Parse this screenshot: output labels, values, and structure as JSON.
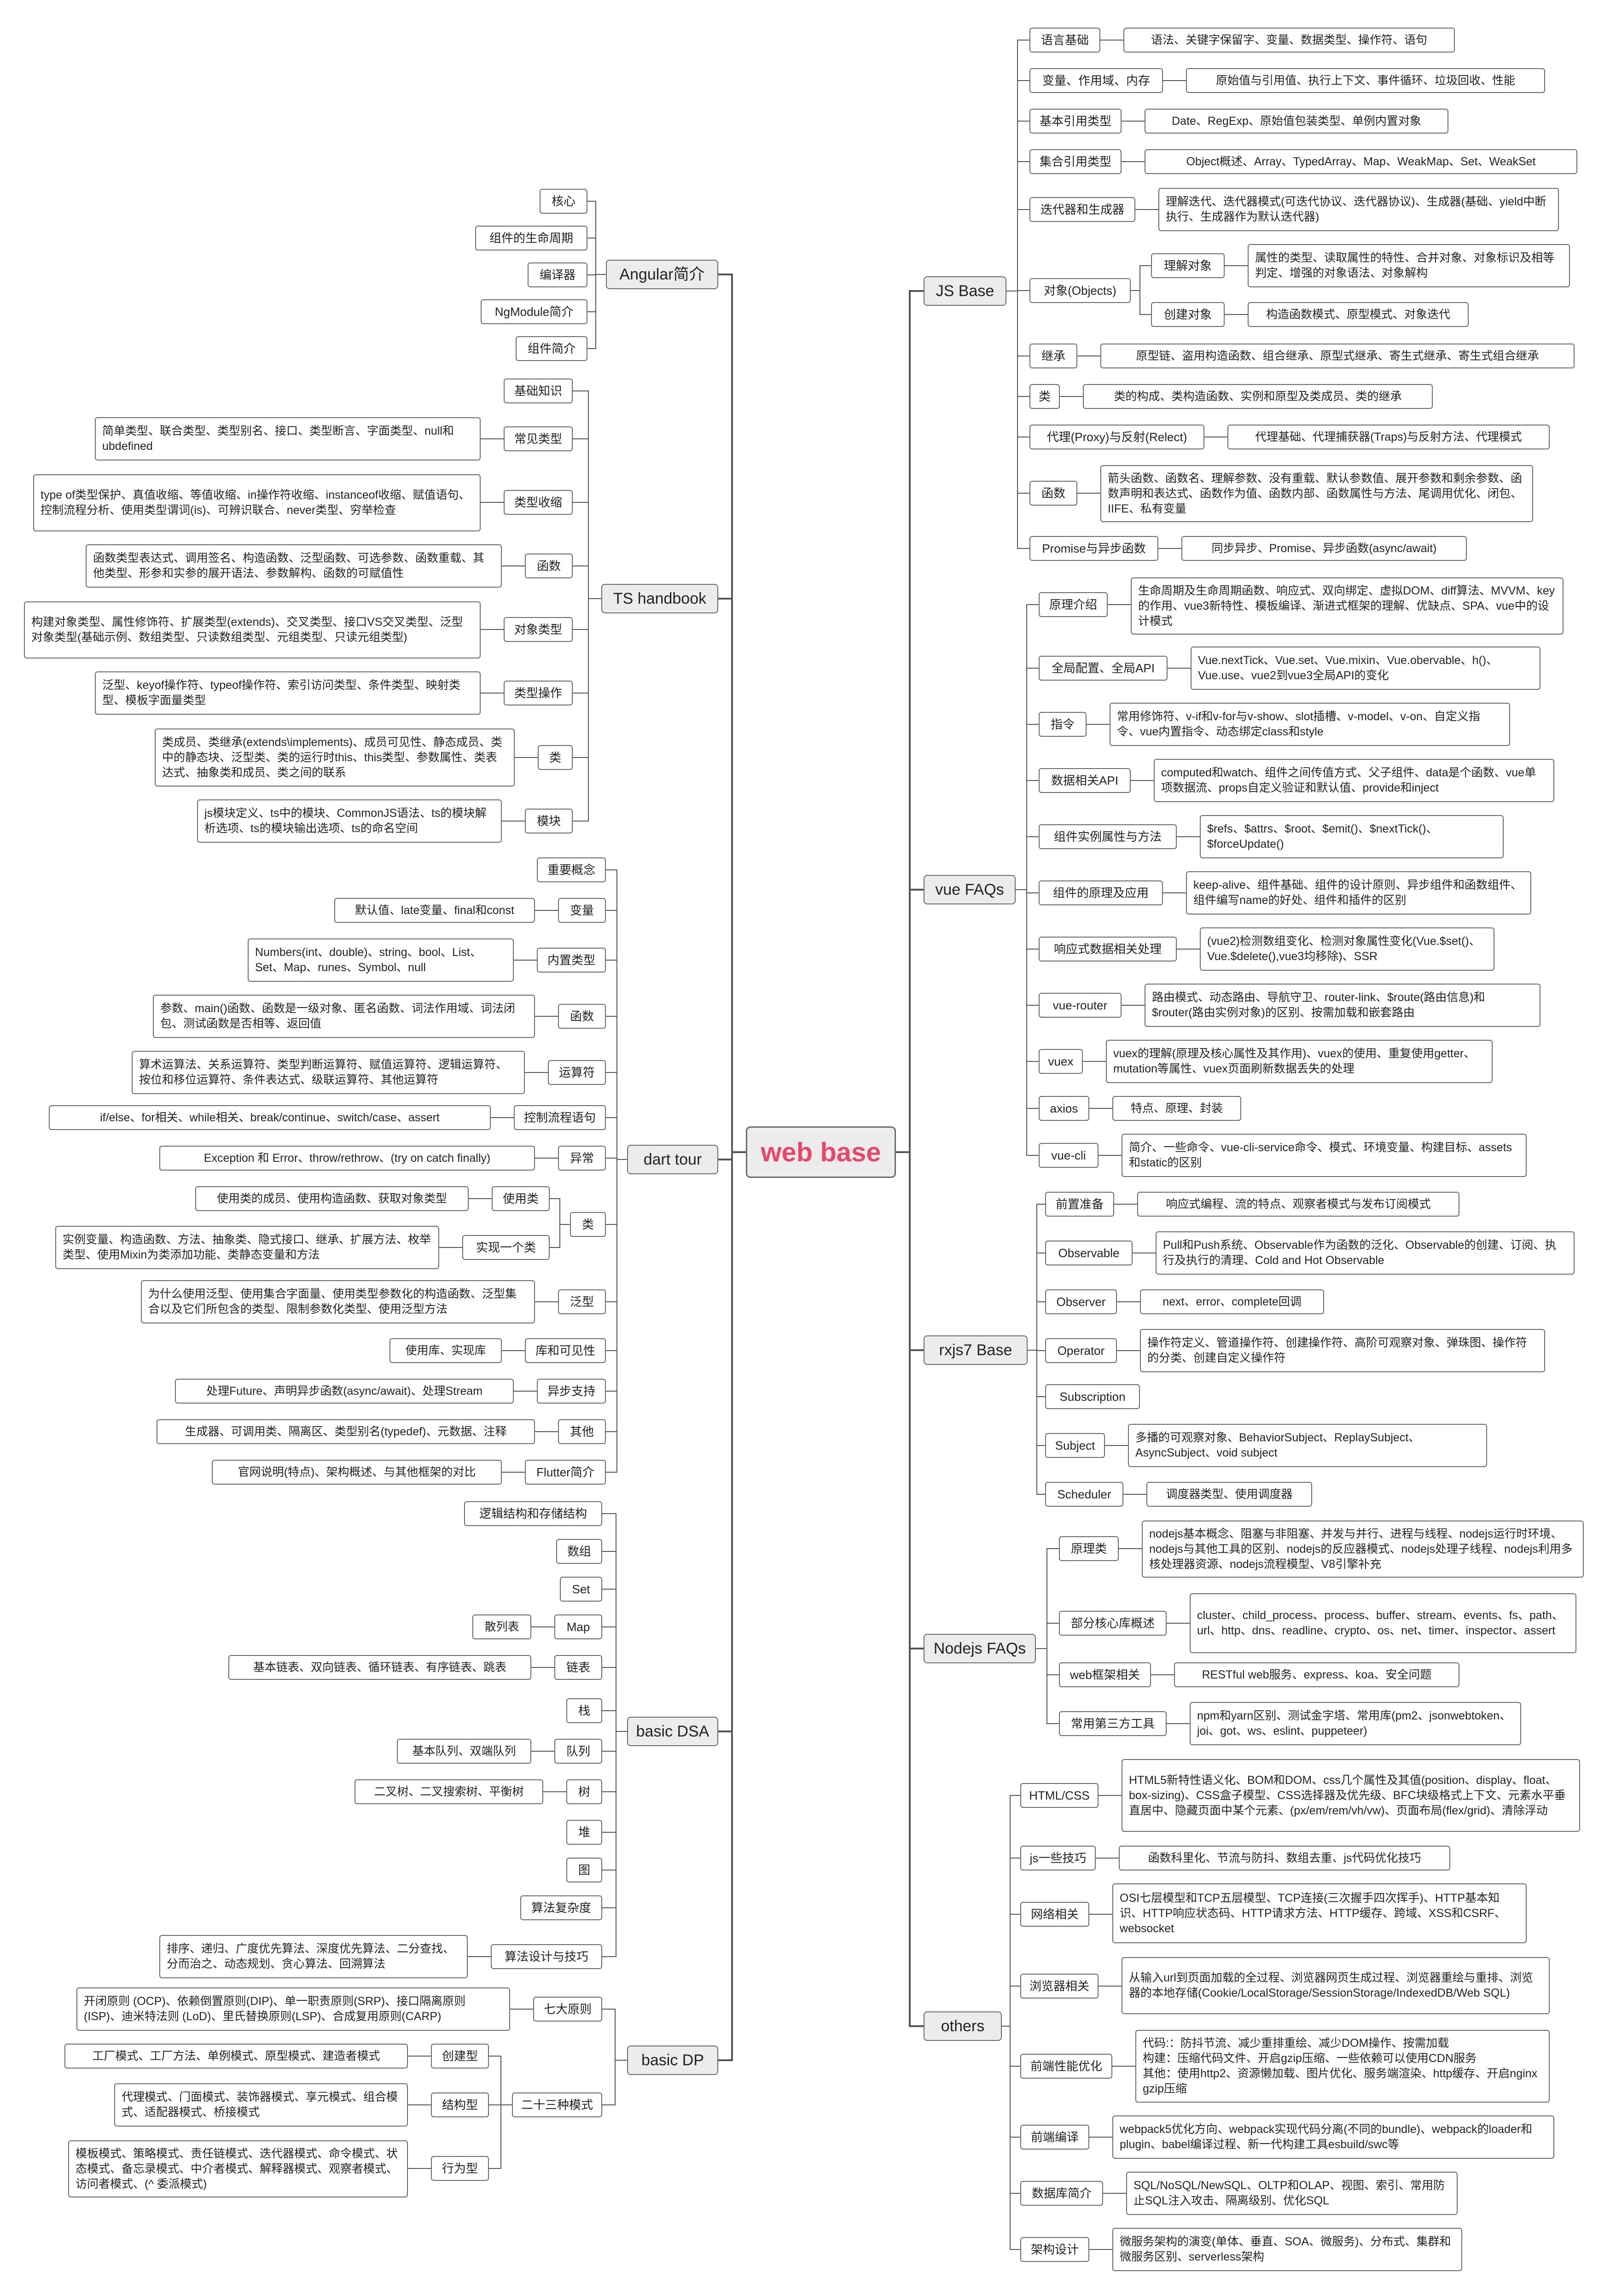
{
  "root": {
    "label": "web base"
  },
  "branches": {
    "js_base": {
      "label": "JS Base",
      "children": [
        {
          "label": "语言基础",
          "detail": "语法、关键字保留字、变量、数据类型、操作符、语句"
        },
        {
          "label": "变量、作用域、内存",
          "detail": "原始值与引用值、执行上下文、事件循环、垃圾回收、性能"
        },
        {
          "label": "基本引用类型",
          "detail": "Date、RegExp、原始值包装类型、单例内置对象"
        },
        {
          "label": "集合引用类型",
          "detail": "Object概述、Array、TypedArray、Map、WeakMap、Set、WeakSet"
        },
        {
          "label": "迭代器和生成器",
          "detail": "理解迭代、迭代器模式(可迭代协议、迭代器协议)、生成器(基础、yield中断执行、生成器作为默认迭代器)"
        },
        {
          "label": "对象(Objects)",
          "sub": [
            {
              "label": "理解对象",
              "detail": "属性的类型、读取属性的特性、合并对象、对象标识及相等判定、增强的对象语法、对象解构"
            },
            {
              "label": "创建对象",
              "detail": "构造函数模式、原型模式、对象迭代"
            }
          ]
        },
        {
          "label": "继承",
          "detail": "原型链、盗用构造函数、组合继承、原型式继承、寄生式继承、寄生式组合继承"
        },
        {
          "label": "类",
          "detail": "类的构成、类构造函数、实例和原型及类成员、类的继承"
        },
        {
          "label": "代理(Proxy)与反射(Relect)",
          "detail": "代理基础、代理捕获器(Traps)与反射方法、代理模式"
        },
        {
          "label": "函数",
          "detail": "箭头函数、函数名、理解参数、没有重载、默认参数值、展开参数和剩余参数、函数声明和表达式、函数作为值、函数内部、函数属性与方法、尾调用优化、闭包、IIFE、私有变量"
        },
        {
          "label": "Promise与异步函数",
          "detail": "同步异步、Promise、异步函数(async/await)"
        }
      ]
    },
    "vue_faqs": {
      "label": "vue FAQs",
      "children": [
        {
          "label": "原理介绍",
          "detail": "生命周期及生命周期函数、响应式、双向绑定、虚拟DOM、diff算法、MVVM、key的作用、vue3新特性、模板编译、渐进式框架的理解、优缺点、SPA、vue中的设计模式"
        },
        {
          "label": "全局配置、全局API",
          "detail": "Vue.nextTick、Vue.set、Vue.mixin、Vue.obervable、h()、Vue.use、vue2到vue3全局API的变化"
        },
        {
          "label": "指令",
          "detail": "常用修饰符、v-if和v-for与v-show、slot插槽、v-model、v-on、自定义指令、vue内置指令、动态绑定class和style"
        },
        {
          "label": "数据相关API",
          "detail": "computed和watch、组件之间传值方式、父子组件、data是个函数、vue单项数据流、props自定义验证和默认值、provide和inject"
        },
        {
          "label": "组件实例属性与方法",
          "detail": "$refs、$attrs、$root、$emit()、$nextTick()、$forceUpdate()"
        },
        {
          "label": "组件的原理及应用",
          "detail": "keep-alive、组件基础、组件的设计原则、异步组件和函数组件、组件编写name的好处、组件和插件的区别"
        },
        {
          "label": "响应式数据相关处理",
          "detail": "(vue2)检测数组变化、检测对象属性变化(Vue.$set()、Vue.$delete(),vue3均移除)、SSR"
        },
        {
          "label": "vue-router",
          "detail": "路由模式、动态路由、导航守卫、router-link、$route(路由信息)和$router(路由实例对象)的区别、按需加载和嵌套路由"
        },
        {
          "label": "vuex",
          "detail": "vuex的理解(原理及核心属性及其作用)、vuex的使用、重复使用getter、mutation等属性、vuex页面刷新数据丢失的处理"
        },
        {
          "label": "axios",
          "detail": "特点、原理、封装"
        },
        {
          "label": "vue-cli",
          "detail": "简介、一些命令、vue-cli-service命令、模式、环境变量、构建目标、assets和static的区别"
        }
      ]
    },
    "rxjs": {
      "label": "rxjs7 Base",
      "children": [
        {
          "label": "前置准备",
          "detail": "响应式编程、流的特点、观察者模式与发布订阅模式"
        },
        {
          "label": "Observable",
          "detail": "Pull和Push系统、Observable作为函数的泛化、Observable的创建、订阅、执行及执行的清理、Cold and Hot Observable"
        },
        {
          "label": "Observer",
          "detail": "next、error、complete回调"
        },
        {
          "label": "Operator",
          "detail": "操作符定义、管道操作符、创建操作符、高阶可观察对象、弹珠图、操作符的分类、创建自定义操作符"
        },
        {
          "label": "Subscription"
        },
        {
          "label": "Subject",
          "detail": "多播的可观察对象、BehaviorSubject、ReplaySubject、AsyncSubject、void subject"
        },
        {
          "label": "Scheduler",
          "detail": "调度器类型、使用调度器"
        }
      ]
    },
    "nodejs": {
      "label": "Nodejs FAQs",
      "children": [
        {
          "label": "原理类",
          "detail": "nodejs基本概念、阻塞与非阻塞、并发与并行、进程与线程、nodejs运行时环境、nodejs与其他工具的区别、nodejs的反应器模式、nodejs处理子线程、nodejs利用多核处理器资源、nodejs流程模型、V8引擎补充"
        },
        {
          "label": "部分核心库概述",
          "detail": "cluster、child_process、process、buffer、stream、events、fs、path、url、http、dns、readline、crypto、os、net、timer、inspector、assert"
        },
        {
          "label": "web框架相关",
          "detail": "RESTful web服务、express、koa、安全问题"
        },
        {
          "label": "常用第三方工具",
          "detail": "npm和yarn区别、测试金字塔、常用库(pm2、jsonwebtoken、joi、got、ws、eslint、puppeteer)"
        }
      ]
    },
    "others": {
      "label": "others",
      "children": [
        {
          "label": "HTML/CSS",
          "detail": "HTML5新特性语义化、BOM和DOM、css几个属性及其值(position、display、float、box-sizing)、CSS盒子模型、CSS选择器及优先级、BFC块级格式上下文、元素水平垂直居中、隐藏页面中某个元素、(px/em/rem/vh/vw)、页面布局(flex/grid)、清除浮动"
        },
        {
          "label": "js一些技巧",
          "detail": "函数科里化、节流与防抖、数组去重、js代码优化技巧"
        },
        {
          "label": "网络相关",
          "detail": "OSI七层模型和TCP五层模型、TCP连接(三次握手四次挥手)、HTTP基本知识、HTTP响应状态码、HTTP请求方法、HTTP缓存、跨域、XSS和CSRF、websocket"
        },
        {
          "label": "浏览器相关",
          "detail": "从输入url到页面加载的全过程、浏览器网页生成过程、浏览器重绘与重排、浏览器的本地存储(Cookie/LocalStorage/SessionStorage/IndexedDB/Web SQL)"
        },
        {
          "label": "前端性能优化",
          "detail": "代码:：防抖节流、减少重排重绘、减少DOM操作、按需加载\n构建：压缩代码文件、开启gzip压缩、一些依赖可以使用CDN服务\n其他：使用http2、资源懒加载、图片优化、服务端渲染、http缓存、开启nginx gzip压缩"
        },
        {
          "label": "前端编译",
          "detail": "webpack5优化方向、webpack实现代码分离(不同的bundle)、webpack的loader和plugin、babel编译过程、新一代构建工具esbuild/swc等"
        },
        {
          "label": "数据库简介",
          "detail": "SQL/NoSQL/NewSQL、OLTP和OLAP、视图、索引、常用防止SQL注入攻击、隔离级别、优化SQL"
        },
        {
          "label": "架构设计",
          "detail": "微服务架构的演变(单体、垂直、SOA、微服务)、分布式、集群和微服务区别、serverless架构"
        }
      ]
    },
    "angular": {
      "label": "Angular简介",
      "children": [
        "核心",
        "组件的生命周期",
        "编译器",
        "NgModule简介",
        "组件简介"
      ]
    },
    "ts": {
      "label": "TS handbook",
      "children": [
        {
          "label": "基础知识"
        },
        {
          "label": "常见类型",
          "detail": "简单类型、联合类型、类型别名、接口、类型断言、字面类型、null和ubdefined"
        },
        {
          "label": "类型收缩",
          "detail": "type of类型保护、真值收缩、等值收缩、in操作符收缩、instanceof收缩、赋值语句、控制流程分析、使用类型谓词(is)、可辨识联合、never类型、穷举检查"
        },
        {
          "label": "函数",
          "detail": "函数类型表达式、调用签名、构造函数、泛型函数、可选参数、函数重载、其他类型、形参和实参的展开语法、参数解构、函数的可赋值性"
        },
        {
          "label": "对象类型",
          "detail": "构建对象类型、属性修饰符、扩展类型(extends)、交叉类型、接口VS交叉类型、泛型对象类型(基础示例、数组类型、只读数组类型、元组类型、只读元组类型)"
        },
        {
          "label": "类型操作",
          "detail": "泛型、keyof操作符、typeof操作符、索引访问类型、条件类型、映射类型、模板字面量类型"
        },
        {
          "label": "类",
          "detail": "类成员、类继承(extends\\implements)、成员可见性、静态成员、类中的静态块、泛型类、类的运行时this、this类型、参数属性、类表达式、抽象类和成员、类之间的联系"
        },
        {
          "label": "模块",
          "detail": "js模块定义、ts中的模块、CommonJS语法、ts的模块解析选项、ts的模块输出选项、ts的命名空间"
        }
      ]
    },
    "dart": {
      "label": "dart tour",
      "children": [
        {
          "label": "重要概念"
        },
        {
          "label": "变量",
          "detail": "默认值、late变量、final和const"
        },
        {
          "label": "内置类型",
          "detail": "Numbers(int、double)、string、bool、List、Set、Map、runes、Symbol、null"
        },
        {
          "label": "函数",
          "detail": "参数、main()函数、函数是一级对象、匿名函数、词法作用域、词法闭包、测试函数是否相等、返回值"
        },
        {
          "label": "运算符",
          "detail": "算术运算法、关系运算符、类型判断运算符、赋值运算符、逻辑运算符、按位和移位运算符、条件表达式、级联运算符、其他运算符"
        },
        {
          "label": "控制流程语句",
          "detail": "if/else、for相关、while相关、break/continue、switch/case、assert"
        },
        {
          "label": "异常",
          "detail": "Exception 和 Error、throw/rethrow、(try on catch finally)"
        },
        {
          "label": "类",
          "sub": [
            {
              "label": "使用类",
              "detail": "使用类的成员、使用构造函数、获取对象类型"
            },
            {
              "label": "实现一个类",
              "detail": "实例变量、构造函数、方法、抽象类、隐式接口、继承、扩展方法、枚举类型、使用Mixin为类添加功能、类静态变量和方法"
            }
          ]
        },
        {
          "label": "泛型",
          "detail": "为什么使用泛型、使用集合字面量、使用类型参数化的构造函数、泛型集合以及它们所包含的类型、限制参数化类型、使用泛型方法"
        },
        {
          "label": "库和可见性",
          "detail": "使用库、实现库"
        },
        {
          "label": "异步支持",
          "detail": "处理Future、声明异步函数(async/await)、处理Stream"
        },
        {
          "label": "其他",
          "detail": "生成器、可调用类、隔离区、类型别名(typedef)、元数据、注释"
        },
        {
          "label": "Flutter简介",
          "detail": "官网说明(特点)、架构概述、与其他框架的对比"
        }
      ]
    },
    "dsa": {
      "label": "basic DSA",
      "children": [
        {
          "label": "逻辑结构和存储结构"
        },
        {
          "label": "数组"
        },
        {
          "label": "Set"
        },
        {
          "label": "Map",
          "detail": "散列表"
        },
        {
          "label": "链表",
          "detail": "基本链表、双向链表、循环链表、有序链表、跳表"
        },
        {
          "label": "栈"
        },
        {
          "label": "队列",
          "detail": "基本队列、双端队列"
        },
        {
          "label": "树",
          "detail": "二叉树、二叉搜索树、平衡树"
        },
        {
          "label": "堆"
        },
        {
          "label": "图"
        },
        {
          "label": "算法复杂度"
        },
        {
          "label": "算法设计与技巧",
          "detail": "排序、递归、广度优先算法、深度优先算法、二分查找、分而治之、动态规划、贪心算法、回溯算法"
        }
      ]
    },
    "dp": {
      "label": "basic DP",
      "children": [
        {
          "label": "七大原则",
          "detail": "开闭原则 (OCP)、依赖倒置原则(DIP)、单一职责原则(SRP)、接口隔离原则 (ISP)、迪米特法则 (LoD)、里氏替换原则(LSP)、合成复用原则(CARP)"
        },
        {
          "label": "二十三种模式",
          "sub": [
            {
              "label": "创建型",
              "detail": "工厂模式、工厂方法、单例模式、原型模式、建造者模式"
            },
            {
              "label": "结构型",
              "detail": "代理模式、门面模式、装饰器模式、享元模式、组合模式、适配器模式、桥接模式"
            },
            {
              "label": "行为型",
              "detail": "模板模式、策略模式、责任链模式、迭代器模式、命令模式、状态模式、备忘录模式、中介者模式、解释器模式、观察者模式、访问者模式、(^ 委派模式)"
            }
          ]
        }
      ]
    }
  }
}
